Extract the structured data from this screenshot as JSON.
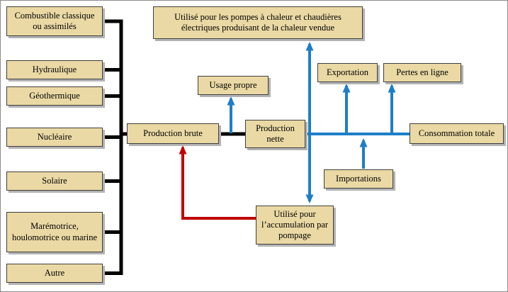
{
  "diagram": {
    "sources": [
      {
        "label": "Combustible classique ou assimilés"
      },
      {
        "label": "Hydraulique"
      },
      {
        "label": "Géothermique"
      },
      {
        "label": "Nucléaire"
      },
      {
        "label": "Solaire"
      },
      {
        "label": "Marémotrice, houlomotrice ou marine"
      },
      {
        "label": "Autre"
      }
    ],
    "nodes": {
      "heat_pumps": "Utilisé pour les pompes à chaleur et chaudières électriques produisant de la chaleur vendue",
      "usage_propre": "Usage propre",
      "production_brute": "Production brute",
      "production_nette": "Production nette",
      "exportation": "Exportation",
      "pertes_en_ligne": "Pertes en ligne",
      "consommation_totale": "Consommation totale",
      "importations": "Importations",
      "pompage": "Utilisé pour l’accumulation par pompage"
    }
  },
  "colors": {
    "box_fill": "#ead9a4",
    "box_border": "#3f3f3f",
    "shadow": "#b3b3b3",
    "line_black": "#000000",
    "flow_blue": "#1e7ec8",
    "flow_red": "#c00000"
  }
}
